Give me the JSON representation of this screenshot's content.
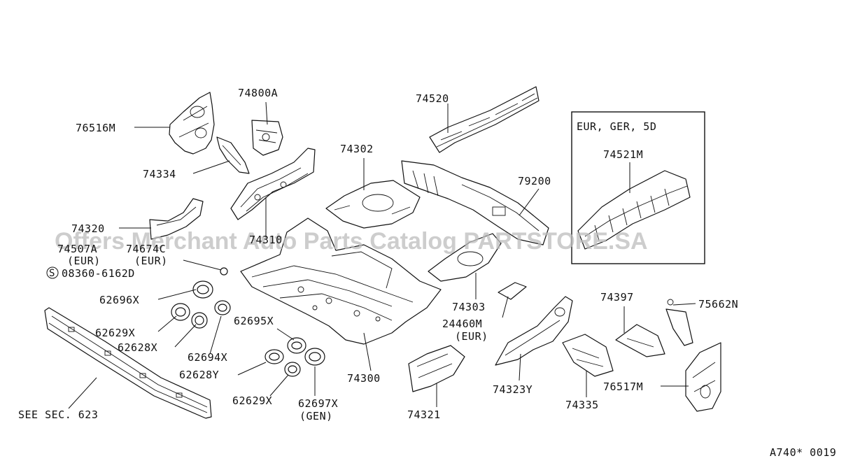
{
  "watermark": "Offers Merchant Auto Parts Catalog PARTSTORE.SA",
  "inset": {
    "title": "EUR, GER, 5D",
    "part": "74521M"
  },
  "labels": {
    "p76516M": "76516M",
    "p74800A": "74800A",
    "p74520": "74520",
    "p74334": "74334",
    "p74302": "74302",
    "p79200": "79200",
    "p74320": "74320",
    "p74310": "74310",
    "p74507A": "74507A",
    "p74674C": "74674C",
    "eur1": "(EUR)",
    "eur2": "(EUR)",
    "bolt": "08360-6162D",
    "p62696X": "62696X",
    "p62629X": "62629X",
    "p62628X": "62628X",
    "p62695X": "62695X",
    "p62694X": "62694X",
    "p62628Y": "62628Y",
    "p62629X_b": "62629X",
    "p62697X": "62697X",
    "gen": "(GEN)",
    "p74300": "74300",
    "p74303": "74303",
    "p24460M": "24460M",
    "eur3": "(EUR)",
    "p74321": "74321",
    "p74323Y": "74323Y",
    "p74335": "74335",
    "p74397": "74397",
    "p75662N": "75662N",
    "p76517M": "76517M",
    "seesec": "SEE SEC. 623",
    "code": "A740* 0019"
  }
}
